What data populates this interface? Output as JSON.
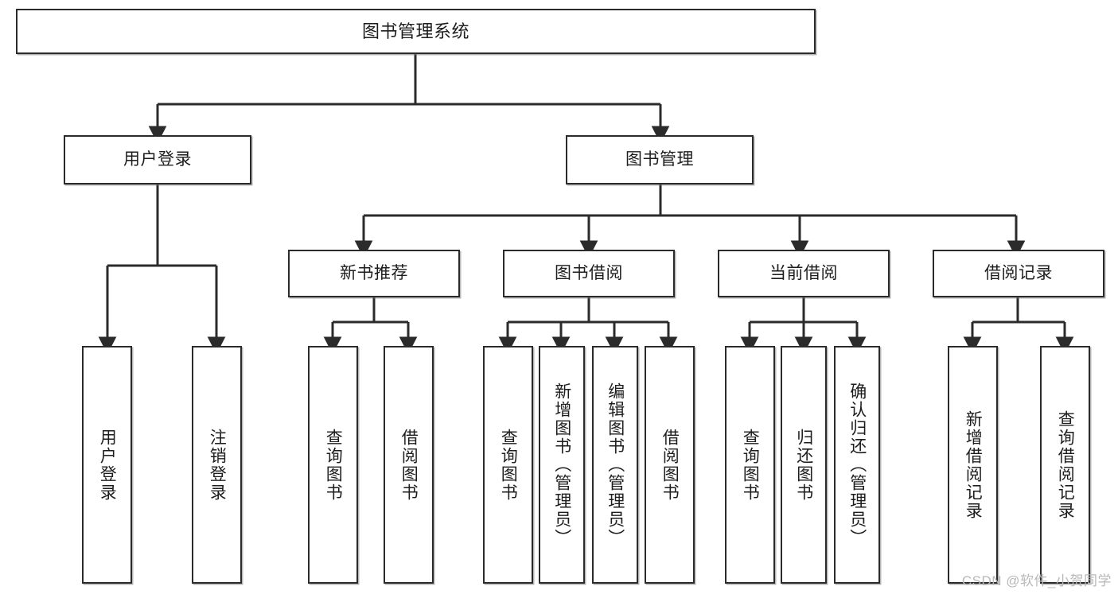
{
  "diagram": {
    "title": "图书管理系统",
    "type": "tree-hierarchy-chart",
    "watermark": "CSDN @软件_小贺同学",
    "colors": {
      "box_border": "#2b2b2b",
      "box_fill": "#ffffff",
      "edge": "#2b2b2b",
      "text": "#1d1d1d",
      "watermark": "#b8b8b8",
      "background": "#ffffff"
    },
    "root": {
      "label": "图书管理系统"
    },
    "level1": [
      {
        "label": "用户登录"
      },
      {
        "label": "图书管理"
      }
    ],
    "level2": [
      {
        "label": "新书推荐"
      },
      {
        "label": "图书借阅"
      },
      {
        "label": "当前借阅"
      },
      {
        "label": "借阅记录"
      }
    ],
    "leaves": {
      "user_login": [
        {
          "label": "用户登录"
        },
        {
          "label": "注销登录"
        }
      ],
      "new_book_recommend": [
        {
          "label": "查询图书"
        },
        {
          "label": "借阅图书"
        }
      ],
      "book_borrow": [
        {
          "label": "查询图书"
        },
        {
          "label": "新增图书（管理员）"
        },
        {
          "label": "编辑图书（管理员）"
        },
        {
          "label": "借阅图书"
        }
      ],
      "current_borrow": [
        {
          "label": "查询图书"
        },
        {
          "label": "归还图书"
        },
        {
          "label": "确认归还（管理员）"
        }
      ],
      "borrow_record": [
        {
          "label": "新增借阅记录"
        },
        {
          "label": "查询借阅记录"
        }
      ]
    }
  }
}
